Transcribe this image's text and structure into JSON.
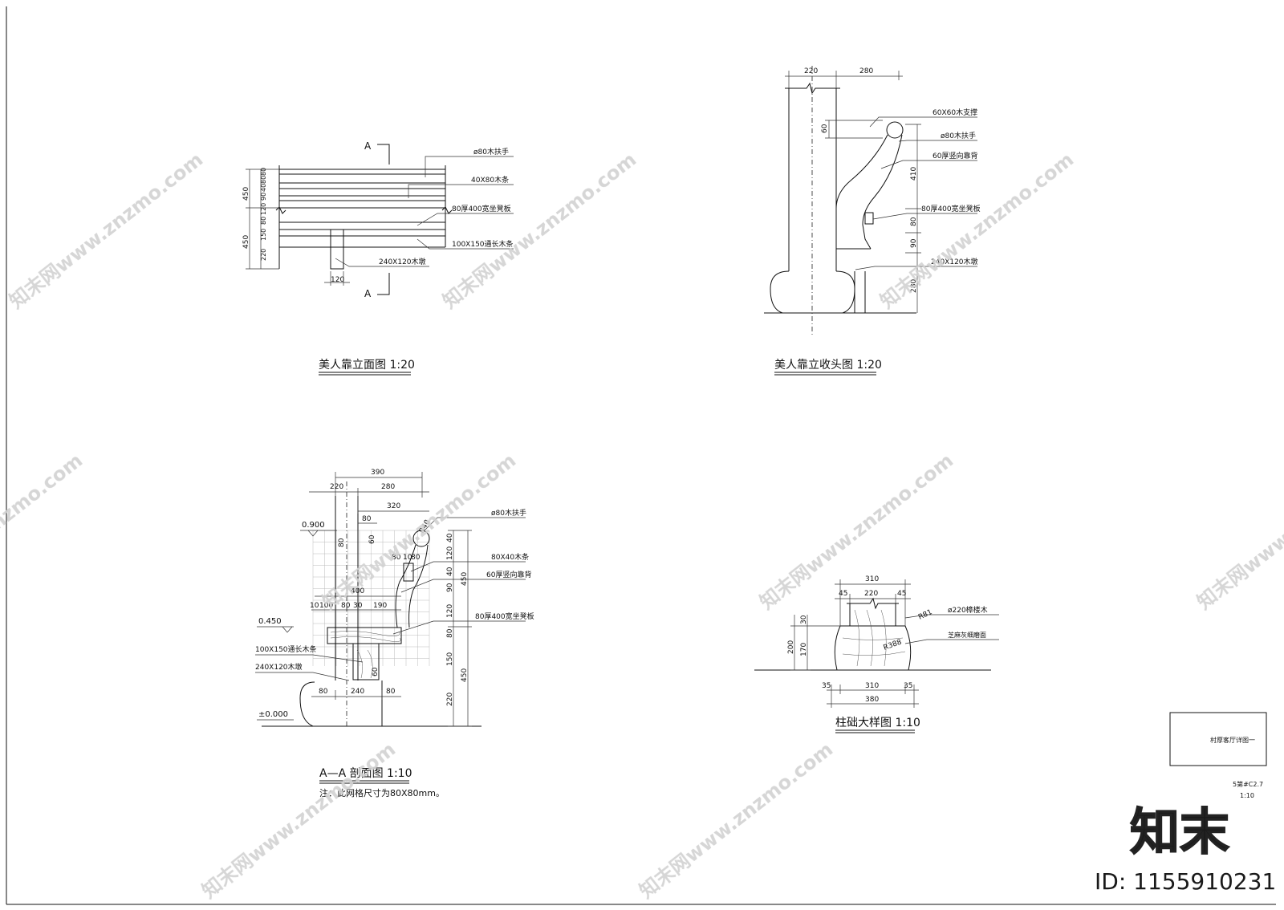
{
  "drawings": {
    "elevation": {
      "title": "美人靠立面图 1:20",
      "section_mark": "A",
      "left_dims": [
        "450",
        "450",
        "80",
        "80",
        "40",
        "90",
        "120",
        "80",
        "150",
        "220"
      ],
      "bottom_dim": "120",
      "labels": [
        "ø80木扶手",
        "40X80木条",
        "80厚400宽坐凳板",
        "100X150通长木条",
        "240X120木墩"
      ]
    },
    "end_elevation": {
      "title": "美人靠立收头图 1:20",
      "top_dims": [
        "220",
        "280"
      ],
      "left_dim": "60",
      "right_dims": [
        "410",
        "80",
        "90",
        "280"
      ],
      "labels": [
        "60X60木支撑",
        "ø80木扶手",
        "60厚竖向靠背",
        "80厚400宽坐凳板",
        "240X120木墩"
      ]
    },
    "section": {
      "title": "A—A 剖面图 1:10",
      "note": "注：此网格尺寸为80X80mm。",
      "levels": [
        "0.900",
        "0.450",
        "±0.000"
      ],
      "top_dims": [
        "390",
        "220",
        "280",
        "320",
        "80",
        "R40"
      ],
      "inner_dims": [
        "80",
        "60",
        "80",
        "10",
        "80",
        "400",
        "10",
        "100",
        "80",
        "30",
        "190",
        "60"
      ],
      "bottom_dims": [
        "80",
        "240",
        "80"
      ],
      "right_dims": [
        "40",
        "120",
        "40",
        "90",
        "120",
        "80",
        "150",
        "220"
      ],
      "right_totals": [
        "450",
        "450"
      ],
      "labels": [
        "ø80木扶手",
        "80X40木条",
        "60厚竖向靠背",
        "80厚400宽坐凳板",
        "100X150通长木条",
        "240X120木墩"
      ]
    },
    "column_base": {
      "title": "柱础大样图 1:10",
      "top_dims": [
        "310",
        "45",
        "220",
        "45"
      ],
      "left_dims": [
        "200",
        "30",
        "170"
      ],
      "bottom_dims": [
        "35",
        "310",
        "35",
        "380"
      ],
      "radii": [
        "R81",
        "R388"
      ],
      "labels": [
        "ø220樟楼木",
        "芝麻灰细磨面"
      ]
    }
  },
  "title_block": {
    "drawing_name": "村厚客厅详图一",
    "sheet_no": "5第#C2.7",
    "scale": "1:10"
  },
  "watermark": {
    "text": "知末网www.znzmo.com",
    "brand": "知末",
    "id_text": "ID: 1155910231"
  },
  "colors": {
    "line": "#111111",
    "watermark": "#d2d2d2",
    "grid": "#bbbbbb"
  }
}
